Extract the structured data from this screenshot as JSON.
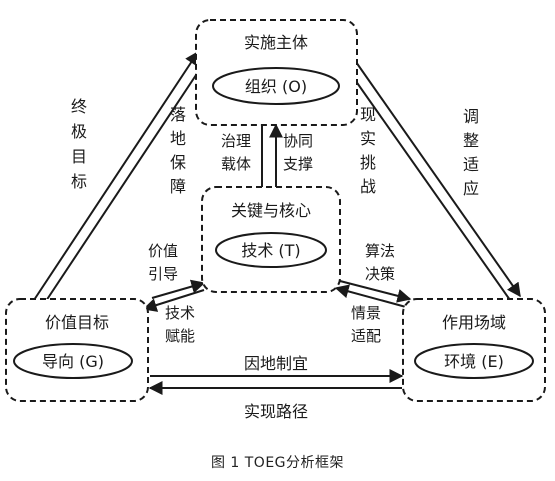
{
  "figure": {
    "caption": "图 1    TOEG分析框架"
  },
  "nodes": {
    "top": {
      "title": "实施主体",
      "inner": "组织 (O)"
    },
    "center": {
      "title": "关键与核心",
      "inner": "技术 (T)"
    },
    "left": {
      "title": "价值目标",
      "inner": "导向 (G)"
    },
    "right": {
      "title": "作用场域",
      "inner": "环境 (E)"
    }
  },
  "edge_labels": {
    "left_outer": "终极目标",
    "left_inner": "落地保障",
    "top_center_left": "治理载体",
    "top_center_right": "协同支撑",
    "right_inner": "现实挑战",
    "right_outer": "调整适应",
    "center_left_upper": "价值引导",
    "center_left_lower": "技术赋能",
    "center_right_upper": "算法决策",
    "center_right_lower": "情景适配",
    "bottom_inner": "因地制宜",
    "bottom_outer": "实现路径"
  }
}
